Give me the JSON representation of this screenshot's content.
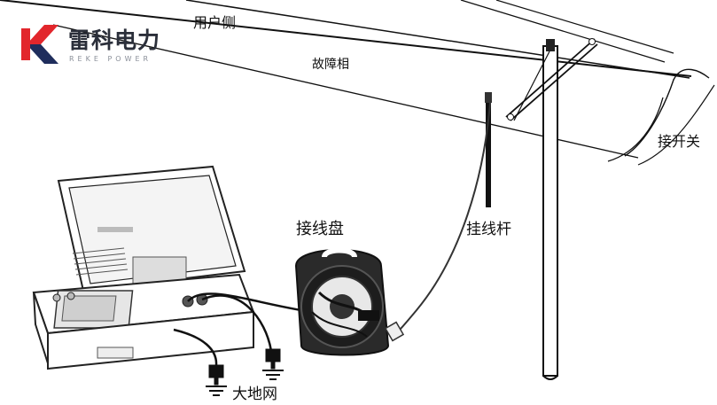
{
  "brand": {
    "name": "雷科电力",
    "name_en": "REKE POWER",
    "colors": {
      "red": "#e2262c",
      "navy": "#1f2d5c"
    }
  },
  "labels": {
    "user_side": "用户侧",
    "fault_phase": "故障相",
    "switch": "接开关",
    "reel": "接线盘",
    "hook_rod": "挂线杆",
    "ground": "大地网"
  },
  "icons": [
    "ground-symbol-icon",
    "reel-icon",
    "instrument-case-icon",
    "pole-icon"
  ]
}
